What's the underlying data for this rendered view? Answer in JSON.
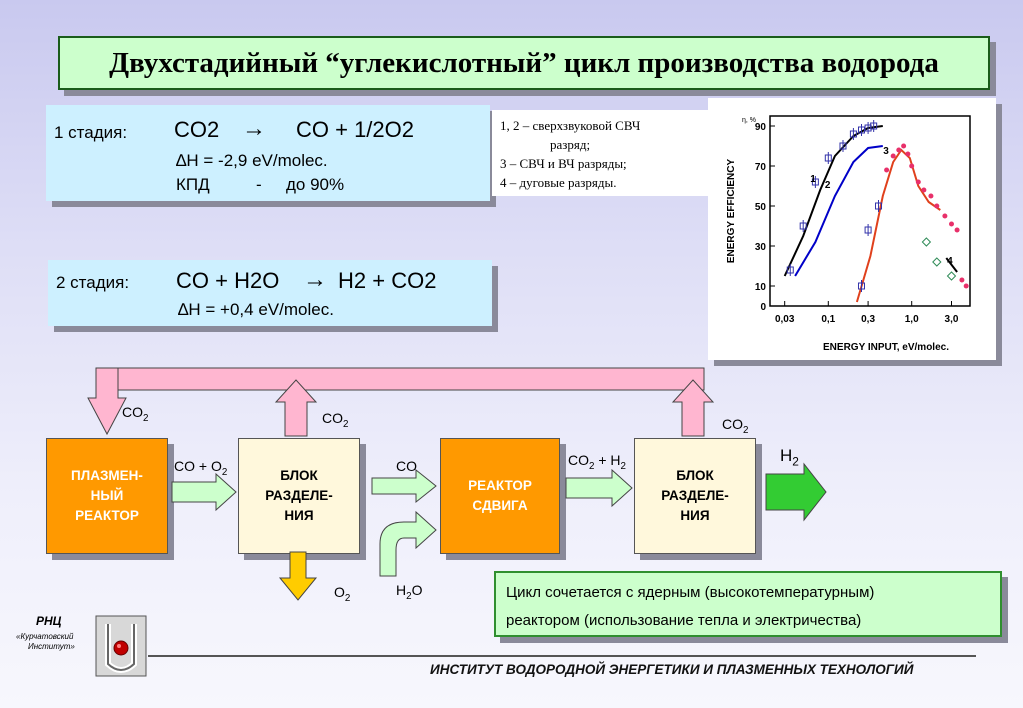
{
  "title": "Двухстадийный “углекислотный” цикл производства водорода",
  "stage1": {
    "label": "1 стадия:",
    "reaction_left": "CO2",
    "arrow": "→",
    "reaction_right": "CO + 1/2O2",
    "enthalpy": "∆H = -2,9 eV/molec.",
    "kpd_label": "КПД",
    "kpd_dash": "-",
    "kpd_value": "до 90%"
  },
  "stage2": {
    "label": "2 стадия:",
    "reaction_left": "CO + H2O",
    "arrow": "→",
    "reaction_right": "H2 + CO2",
    "enthalpy": "∆H = +0,4 eV/molec."
  },
  "legend": {
    "line1": "1, 2 – сверхзвуковой СВЧ",
    "line1b": "разряд;",
    "line2": "3    – СВЧ и ВЧ разряды;",
    "line3": "4    – дуговые разряды."
  },
  "chart_data": {
    "type": "scatter",
    "xlabel": "ENERGY INPUT,  eV/molec.",
    "ylabel": "ENERGY EFFICIENCY",
    "y_unit": "η, %",
    "x_ticks": [
      "0,03",
      "0,1",
      "0,3",
      "1,0",
      "3,0"
    ],
    "y_ticks": [
      "0",
      "10",
      "30",
      "50",
      "70",
      "90"
    ],
    "ylim": [
      0,
      95
    ],
    "x_scale": "log",
    "series": [
      {
        "name": "1",
        "kind": "line",
        "color": "#000000",
        "x": [
          0.03,
          0.05,
          0.08,
          0.12,
          0.2,
          0.3,
          0.45
        ],
        "y": [
          15,
          35,
          58,
          75,
          85,
          89,
          90
        ]
      },
      {
        "name": "2",
        "kind": "line",
        "color": "#0000c8",
        "x": [
          0.04,
          0.07,
          0.12,
          0.2,
          0.3,
          0.45
        ],
        "y": [
          15,
          32,
          55,
          72,
          79,
          80
        ]
      },
      {
        "name": "3",
        "kind": "line",
        "color": "#e0401c",
        "x": [
          0.22,
          0.32,
          0.45,
          0.6,
          0.75,
          0.95,
          1.2,
          1.6,
          2.2
        ],
        "y": [
          2,
          25,
          55,
          72,
          78,
          74,
          60,
          52,
          48
        ]
      },
      {
        "name": "4",
        "kind": "line",
        "color": "#000000",
        "x": [
          2.6,
          3.5
        ],
        "y": [
          24,
          17
        ]
      },
      {
        "name": "points-blue",
        "kind": "points",
        "color": "#3333aa",
        "x": [
          0.035,
          0.05,
          0.07,
          0.1,
          0.15,
          0.2,
          0.25,
          0.3,
          0.35,
          0.25,
          0.3,
          0.4
        ],
        "y": [
          18,
          40,
          62,
          74,
          80,
          86,
          88,
          89,
          90,
          10,
          38,
          50
        ]
      },
      {
        "name": "points-red",
        "kind": "points",
        "color": "#e8306a",
        "x": [
          0.5,
          0.6,
          0.7,
          0.8,
          0.9,
          1.0,
          1.2,
          1.4,
          1.7,
          2.0,
          2.5,
          3.0,
          3.5,
          4.0,
          4.5
        ],
        "y": [
          68,
          75,
          78,
          80,
          76,
          70,
          62,
          58,
          55,
          50,
          45,
          41,
          38,
          13,
          10
        ]
      },
      {
        "name": "points-green",
        "kind": "points",
        "color": "#2e8b57",
        "x": [
          1.5,
          2.0,
          3.0
        ],
        "y": [
          32,
          22,
          15
        ]
      }
    ]
  },
  "diagram": {
    "block1": "ПЛАЗМЕН-\nНЫЙ\nРЕАКТОР",
    "block2": "БЛОК\nРАЗДЕЛЕ-\nНИЯ",
    "block3": "РЕАКТОР\nСДВИГА",
    "block4": "БЛОК\nРАЗДЕЛЕ-\nНИЯ",
    "co2_in": "CO2",
    "co2_out1": "CO2",
    "co2_out2": "CO2",
    "co_o2": "CO + O2",
    "co": "CO",
    "co2_h2": "CO2 + H2",
    "h2": "H2",
    "o2": "O2",
    "h2o": "H2O",
    "colors": {
      "orange": "#ff9900",
      "beige": "#fff8dc",
      "pink": "#ffb6d0",
      "green_arrow": "#33cc33",
      "yellow_arrow": "#ffcc00"
    }
  },
  "note": {
    "line1": "Цикл сочетается с ядерным (высокотемпературным)",
    "line2": "реактором (использование тепла и электричества)"
  },
  "logo": {
    "name": "РНЦ",
    "sub1": "«Курчатовский",
    "sub2": "Институт»"
  },
  "footer": "ИНСТИТУТ ВОДОРОДНОЙ ЭНЕРГЕТИКИ И ПЛАЗМЕННЫХ ТЕХНОЛОГИЙ"
}
